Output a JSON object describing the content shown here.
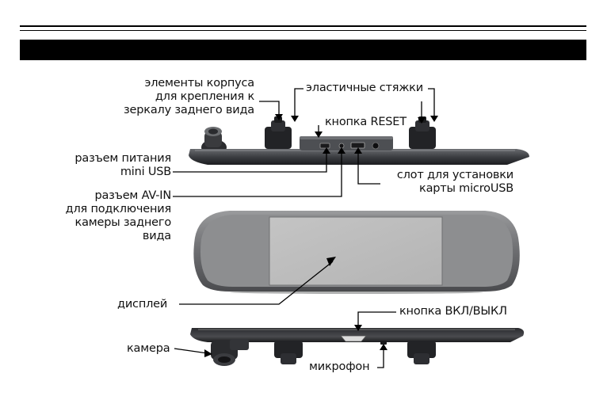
{
  "labels": {
    "housing_line1": "элементы корпуса",
    "housing_line2": "для крепления к",
    "housing_line3": "зеркалу заднего вида",
    "elastic_straps": "эластичные стяжки",
    "reset_button": "кнопка RESET",
    "power_line1": "разъем питания",
    "power_line2": "mini USB",
    "slot_line1": "слот для установки",
    "slot_line2": "карты microUSB",
    "avin_line1": "разъем AV-IN",
    "avin_line2": "для подключения",
    "avin_line3": "камеры заднего",
    "avin_line4": "вида",
    "display": "дисплей",
    "power_button": "кнопка ВКЛ/ВЫКЛ",
    "camera": "камера",
    "microphone": "микрофон"
  }
}
